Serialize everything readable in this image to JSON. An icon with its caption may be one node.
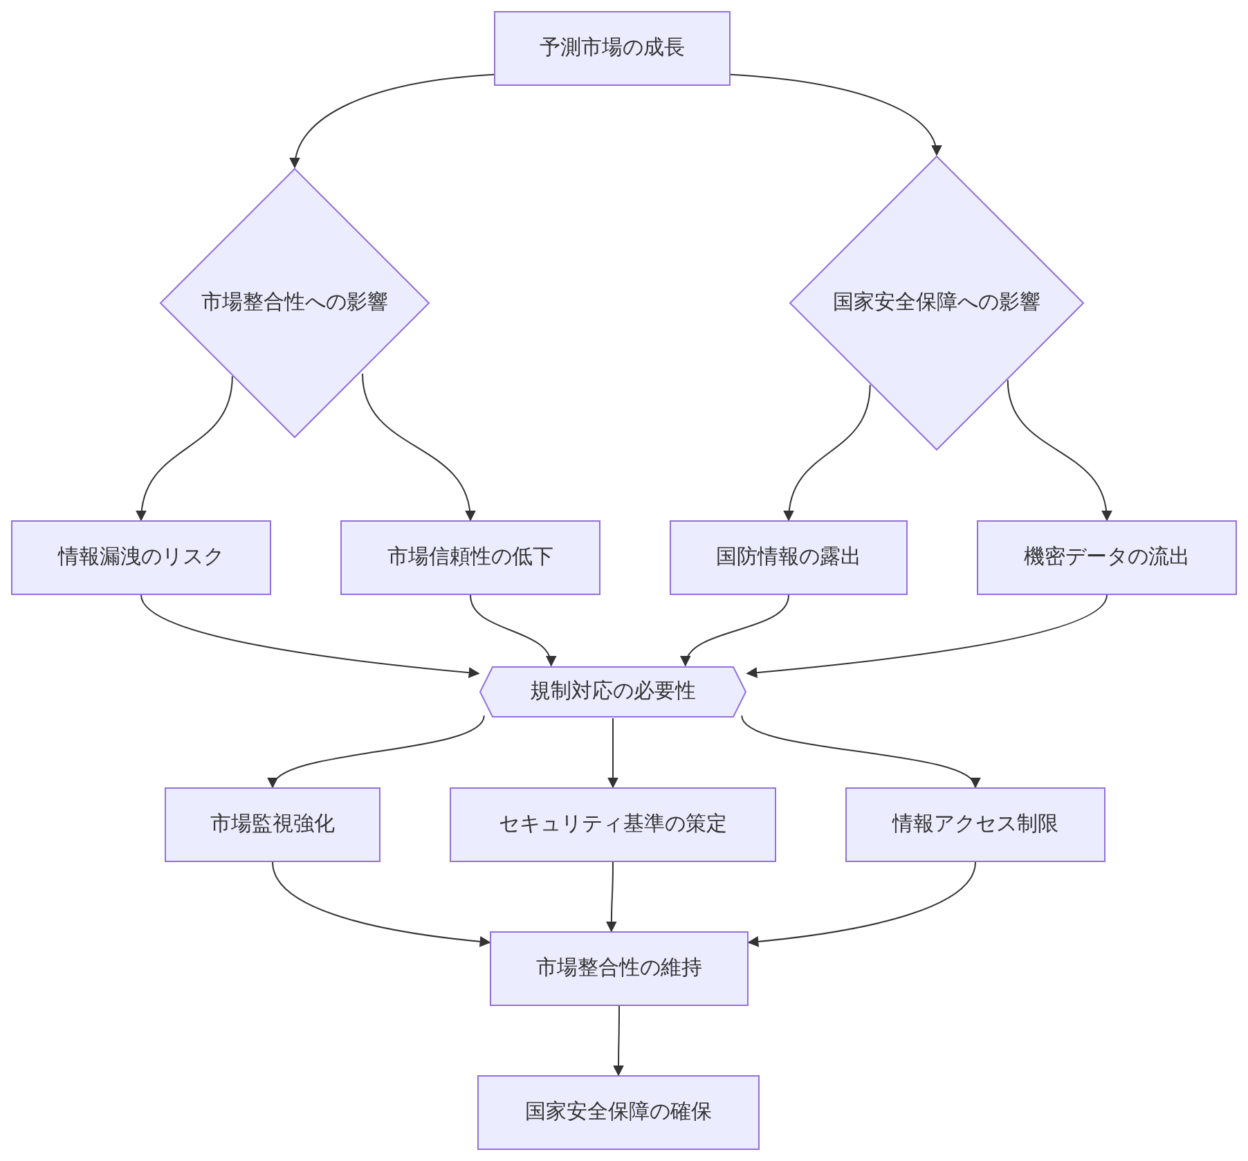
{
  "diagram": {
    "nodes": [
      {
        "text": [
          "予測市場の成長"
        ]
      },
      {
        "text": [
          "市場整合性への影響"
        ]
      },
      {
        "text": [
          "国家安全保障への影響"
        ]
      },
      {
        "text": [
          "情報漏洩のリスク"
        ]
      },
      {
        "text": [
          "市場信頼性の低下"
        ]
      },
      {
        "text": [
          "国防情報の露出"
        ]
      },
      {
        "text": [
          "機密データの流出"
        ]
      },
      {
        "text": [
          "規制対応の必要性"
        ]
      },
      {
        "text": [
          "市場監視強化"
        ]
      },
      {
        "text": [
          "セキュリティ基準の策定"
        ]
      },
      {
        "text": [
          "情報アクセス制限"
        ]
      },
      {
        "text": [
          "市場整合性の維持"
        ]
      },
      {
        "text": [
          "国家安全保障の確保"
        ]
      }
    ],
    "edges": [
      {
        "from": 0,
        "to": 1,
        "arrow": "to"
      },
      {
        "from": 0,
        "to": 2,
        "arrow": "to"
      },
      {
        "from": 1,
        "to": 3,
        "arrow": "to"
      },
      {
        "from": 1,
        "to": 4,
        "arrow": "to"
      },
      {
        "from": 2,
        "to": 5,
        "arrow": "to"
      },
      {
        "from": 2,
        "to": 6,
        "arrow": "to"
      },
      {
        "from": 3,
        "to": 7,
        "arrow": "to"
      },
      {
        "from": 4,
        "to": 7,
        "arrow": "to"
      },
      {
        "from": 5,
        "to": 7,
        "arrow": "to"
      },
      {
        "from": 6,
        "to": 7,
        "arrow": "to"
      },
      {
        "from": 7,
        "to": 8,
        "arrow": "to"
      },
      {
        "from": 7,
        "to": 9,
        "arrow": "to"
      },
      {
        "from": 7,
        "to": 10,
        "arrow": "to"
      },
      {
        "from": 8,
        "to": 11,
        "arrow": "to"
      },
      {
        "from": 9,
        "to": 11,
        "arrow": "to"
      },
      {
        "from": 10,
        "to": 11,
        "arrow": "to"
      },
      {
        "from": 11,
        "to": 12,
        "arrow": "to"
      }
    ]
  }
}
